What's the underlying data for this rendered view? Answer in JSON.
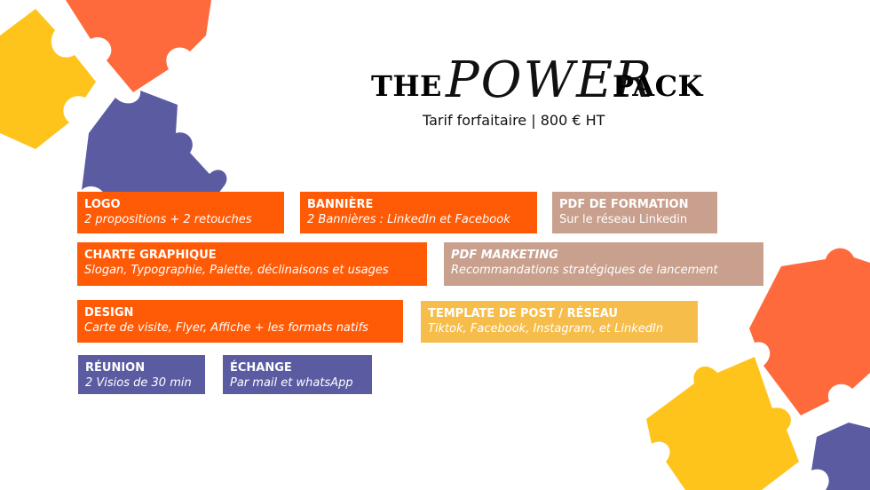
{
  "colors": {
    "orange": "#ff5a06",
    "coral": "#ff6a3d",
    "yellow": "#ffc41c",
    "purple": "#5b5ba2",
    "tan": "#c9a08e",
    "mustard": "#f6bd4a"
  },
  "title": {
    "the": "THE",
    "power": "POWER",
    "pack": "PACK",
    "subtitle": "Tarif forfaitaire | 800 € HT"
  },
  "items": [
    {
      "heading": "LOGO",
      "detail": "2 propositions + 2 retouches"
    },
    {
      "heading": "BANNIÈRE",
      "detail": "2 Bannières : LinkedIn et Facebook"
    },
    {
      "heading": "PDF DE FORMATION",
      "detail": "Sur le réseau Linkedin"
    },
    {
      "heading": "CHARTE GRAPHIQUE",
      "detail": "Slogan, Typographie, Palette, déclinaisons et usages"
    },
    {
      "heading": "PDF MARKETING",
      "detail": "Recommandations stratégiques de lancement"
    },
    {
      "heading": "DESIGN",
      "detail": "Carte de visite, Flyer, Affiche + les formats natifs"
    },
    {
      "heading": "TEMPLATE DE POST / RÉSEAU",
      "detail": "Tiktok, Facebook, Instagram, et LinkedIn"
    },
    {
      "heading": "RÉUNION",
      "detail": "2 Visios de 30 min"
    },
    {
      "heading": "ÉCHANGE",
      "detail": "Par mail et whatsApp"
    }
  ]
}
